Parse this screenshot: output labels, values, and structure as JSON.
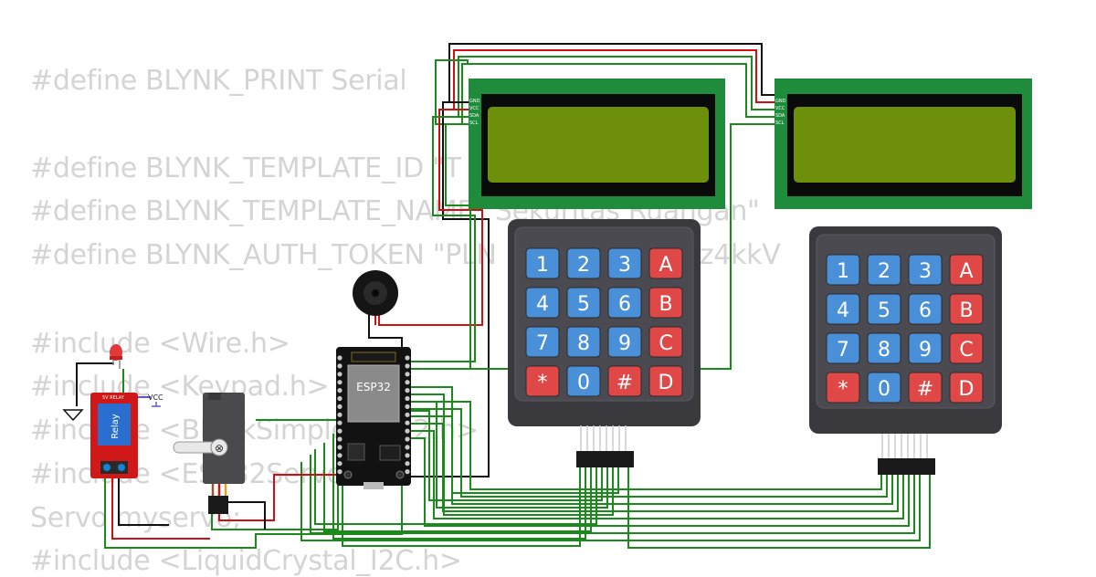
{
  "code": {
    "lines": [
      "#define BLYNK_PRINT Serial",
      "#define BLYNK_TEMPLATE_ID \"T",
      "#define BLYNK_TEMPLATE_NAME \"Sekuritas Ruangan\"",
      "#define BLYNK_AUTH_TOKEN \"PLN                    Hsz4kkV                    Q\"",
      "#include <Wire.h>",
      "#include <Keypad.h>",
      "#include <BlynkSimpleEsp32.h>",
      "#include <ESP32Servo.h>",
      "Servo myservo;",
      "#include <LiquidCrystal_I2C.h>"
    ]
  },
  "components": {
    "esp32_label": "ESP32",
    "relay_label": "Relay",
    "relay_top_text": "5V RELAY",
    "vcc_label": "VCC",
    "lcd_pins": [
      "GND",
      "VCC",
      "SDA",
      "SCL"
    ],
    "keypad_keys": [
      [
        "1",
        "2",
        "3",
        "A"
      ],
      [
        "4",
        "5",
        "6",
        "B"
      ],
      [
        "7",
        "8",
        "9",
        "C"
      ],
      [
        "*",
        "0",
        "#",
        "D"
      ]
    ]
  },
  "colors": {
    "wire_green": "#1a8a1a",
    "wire_red": "#d01010",
    "wire_black": "#111111",
    "key_blue": "#4a90d9",
    "key_red": "#e04848",
    "lcd_frame": "#1e8c3a",
    "lcd_screen": "#6e8f0a",
    "keypad_body": "#3a3a3e"
  }
}
